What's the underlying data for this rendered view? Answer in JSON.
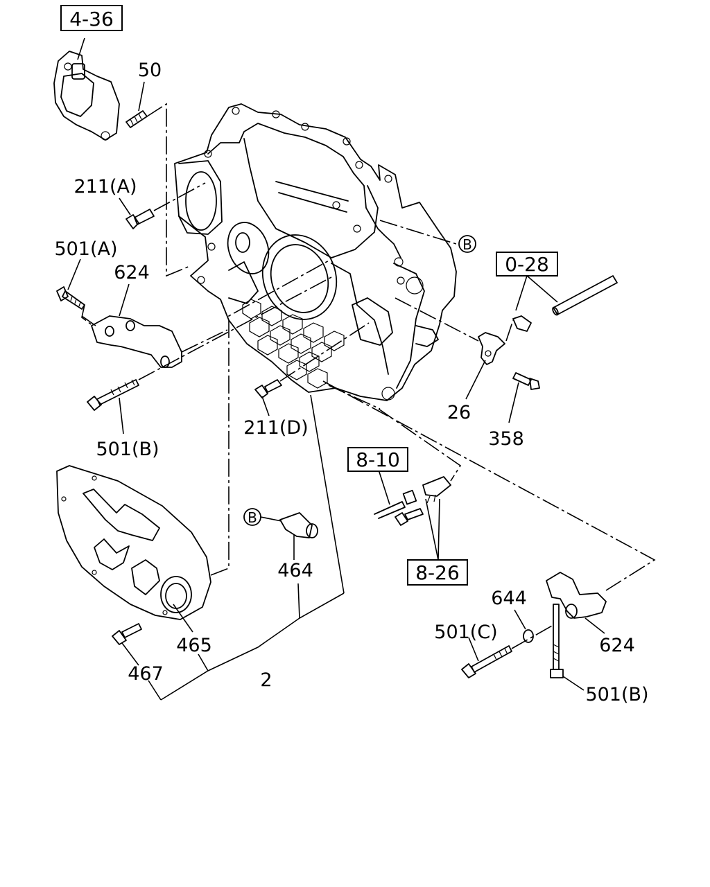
{
  "refs": {
    "r436": "4-36",
    "r028": "0-28",
    "r810": "8-10",
    "r826": "8-26"
  },
  "callouts": {
    "b1": "B",
    "b2": "B"
  },
  "labels": {
    "p50": "50",
    "p211a": "211(A)",
    "p501a": "501(A)",
    "p624a": "624",
    "p501b1": "501(B)",
    "p211d": "211(D)",
    "p26": "26",
    "p358": "358",
    "p464": "464",
    "p465": "465",
    "p467": "467",
    "p2": "2",
    "p644": "644",
    "p501c": "501(C)",
    "p624b": "624",
    "p501b2": "501(B)"
  }
}
